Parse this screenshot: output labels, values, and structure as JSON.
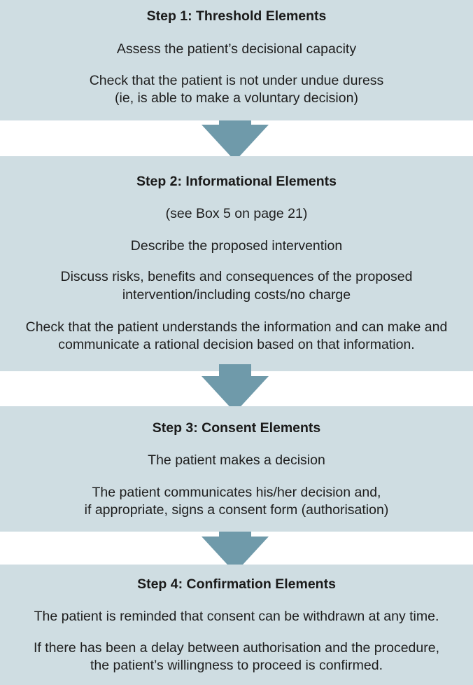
{
  "steps": [
    {
      "title": "Step 1: Threshold Elements",
      "lines": [
        "Assess the patient’s decisional capacity",
        "Check that the patient is not under undue duress",
        "(ie, is able to make a voluntary decision)"
      ]
    },
    {
      "title": "Step 2: Informational Elements",
      "lines": [
        "(see Box 5 on page 21)",
        "Describe the proposed intervention",
        "Discuss risks, benefits and consequences of the proposed",
        "intervention/including costs/no charge",
        "Check that the patient understands the information and can make and",
        "communicate a rational decision based on that information."
      ]
    },
    {
      "title": "Step 3: Consent Elements",
      "lines": [
        "The patient makes a decision",
        "The patient communicates his/her decision and,",
        "if appropriate, signs a consent form (authorisation)"
      ]
    },
    {
      "title": "Step 4: Confirmation Elements",
      "lines": [
        "The patient is reminded that consent can be withdrawn at any time.",
        "If there has been a delay between authorisation and the procedure,",
        "the patient’s willingness to proceed is confirmed."
      ]
    }
  ],
  "colors": {
    "box_fill": "#cfdde2",
    "arrow_fill": "#6f9aaa",
    "text": "#1e1e1e"
  }
}
